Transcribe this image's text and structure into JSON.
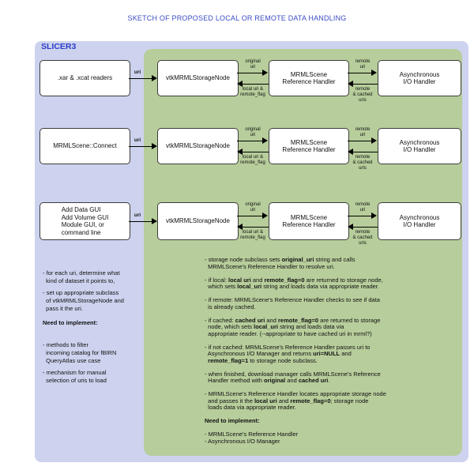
{
  "title": "SKETCH OF PROPOSED LOCAL OR REMOTE DATA HANDLING",
  "panel_label": "SLICER3",
  "colors": {
    "panel_blue": "#cdd3ee",
    "panel_green": "#b7cd9b",
    "title_blue": "#3b4cc4",
    "label_blue": "#2b3cc8",
    "box_fill": "#ffffff",
    "box_border": "#3c3c3c",
    "arrow": "#000000"
  },
  "rows": [
    {
      "source": ".xar & .xcat readers",
      "storage": "vtkMRMLStorageNode",
      "handler": "MRMLScene\nReference Handler",
      "io": "Asynchronous\nI/O Handler",
      "labels": {
        "uri": "uri",
        "to_handler": "original\nuri",
        "from_handler": "local uri &\nremote_flag",
        "to_io": "remote\nuri",
        "from_io": "remote\n& cached\nuris"
      }
    },
    {
      "source": "MRMLScene::Connect",
      "storage": "vtkMRMLStorageNode",
      "handler": "MRMLScene\nReference Handler",
      "io": "Asynchronous\nI/O Handler",
      "labels": {
        "uri": "uri",
        "to_handler": "original\nuri",
        "from_handler": "local uri &\nremote_flag",
        "to_io": "remote\nuri",
        "from_io": "remote\n& cached\nuris"
      }
    },
    {
      "source": "Add Data GUI\nAdd Volume GUI\nModule GUI, or\ncommand line",
      "storage": "vtkMRMLStorageNode",
      "handler": "MRMLScene\nReference Handler",
      "io": "Asynchronous\nI/O Handler",
      "labels": {
        "uri": "uri",
        "to_handler": "original\nuri",
        "from_handler": "local uri &\nremote_flag",
        "to_io": "remote\nuri",
        "from_io": "remote\n& cached\nuris"
      }
    }
  ],
  "left_notes": {
    "items": [
      {
        "text": "- for each uri, determine what\n  kind of dataset it points to,"
      },
      {
        "text": "- set up appropriate subclass\n  of vtkMRMLStorageNode and\n  pass it the uri."
      },
      {
        "text": "Need to implement:",
        "bold": true
      },
      {
        "text": "- methods to filter\n  incoming catalog for fBIRN\n  QueryAtlas use case"
      },
      {
        "text": "- mechanism for manual\n  selection of uris to load"
      }
    ]
  },
  "right_notes": {
    "items": [
      {
        "segments": [
          {
            "t": "- storage node subclass sets "
          },
          {
            "t": "original_uri",
            "b": true
          },
          {
            "t": " string and calls\n  MRMLScene's Reference Handler to resolve uri."
          }
        ]
      },
      {
        "segments": [
          {
            "t": "- if local: "
          },
          {
            "t": "local uri",
            "b": true
          },
          {
            "t": " and "
          },
          {
            "t": "remote_flag=0",
            "b": true
          },
          {
            "t": " are returned to storage node,\n  which sets "
          },
          {
            "t": "local_uri",
            "b": true
          },
          {
            "t": " string and loads data via appropriate reader."
          }
        ]
      },
      {
        "segments": [
          {
            "t": "- if remote: MRMLScene's Reference Handler checks to see if data\n  is already cached."
          }
        ]
      },
      {
        "segments": [
          {
            "t": "- if cached: "
          },
          {
            "t": "cached uri",
            "b": true
          },
          {
            "t": " and "
          },
          {
            "t": "remote_flag=0",
            "b": true
          },
          {
            "t": " are returned to storage\n  node, which sets "
          },
          {
            "t": "local_uri",
            "b": true
          },
          {
            "t": " string and loads data via\n  appropriate reader. (--appropriate to have cached uri in mrml?)"
          }
        ]
      },
      {
        "segments": [
          {
            "t": "- if not cached: MRMLScene's Reference Handler passes uri to\n  Asynchronous I/O Manager and returns "
          },
          {
            "t": "uri=NULL",
            "b": true
          },
          {
            "t": " and\n  "
          },
          {
            "t": "remote_flag=1",
            "b": true
          },
          {
            "t": " to storage node subclass."
          }
        ]
      },
      {
        "segments": [
          {
            "t": "- when finished, download manager calls MRMLScene's Reference\n  Handler method with "
          },
          {
            "t": "original",
            "b": true
          },
          {
            "t": " and "
          },
          {
            "t": "cached uri",
            "b": true
          },
          {
            "t": "."
          }
        ]
      },
      {
        "segments": [
          {
            "t": "- MRMLScene's Reference Handler locates appropriate storage node\n  and passes it the "
          },
          {
            "t": "local uri",
            "b": true
          },
          {
            "t": " and "
          },
          {
            "t": "remote_flag=0",
            "b": true
          },
          {
            "t": "; storage node\n  loads data via appropriate reader."
          }
        ]
      },
      {
        "segments": [
          {
            "t": "Need to implement:",
            "b": true
          }
        ]
      },
      {
        "segments": [
          {
            "t": "- MRMLScene's Reference Handler\n- Asynchronous I/O Manager"
          }
        ]
      }
    ]
  }
}
